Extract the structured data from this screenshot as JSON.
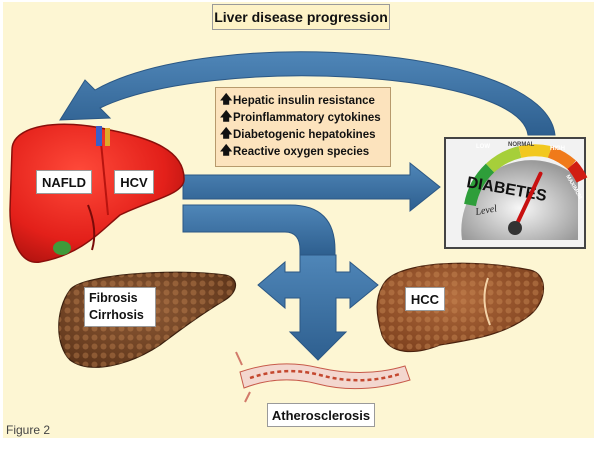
{
  "title": "Liver disease progression",
  "liver_labels": {
    "nafld": "NAFLD",
    "hcv": "HCV"
  },
  "factors": [
    {
      "icon": "up-arrow-icon",
      "text": "Hepatic insulin resistance"
    },
    {
      "icon": "up-arrow-icon",
      "text": "Proinflammatory cytokines"
    },
    {
      "icon": "up-arrow-icon",
      "text": "Diabetogenic hepatokines"
    },
    {
      "icon": "up-arrow-icon",
      "text": "Reactive oxygen species"
    }
  ],
  "gauge": {
    "word": "DIABETES",
    "level": "Level",
    "low": "LOW",
    "normal": "NORMAL",
    "high": "HIGH",
    "maximum": "MAXIMUM",
    "level_fraction": 0.78
  },
  "outcomes": {
    "fibrosis_line1": "Fibrosis",
    "fibrosis_line2": "Cirrhosis",
    "hcc": "HCC",
    "atherosclerosis": "Atherosclerosis"
  },
  "figure_label": "Figure 2",
  "colors": {
    "background": "#fdf6d3",
    "arrow_blue": "#3b6fa0",
    "liver_red": "#e8231e",
    "diseased_liver": "#7a4a2c",
    "factor_box": "#fce3bd"
  }
}
